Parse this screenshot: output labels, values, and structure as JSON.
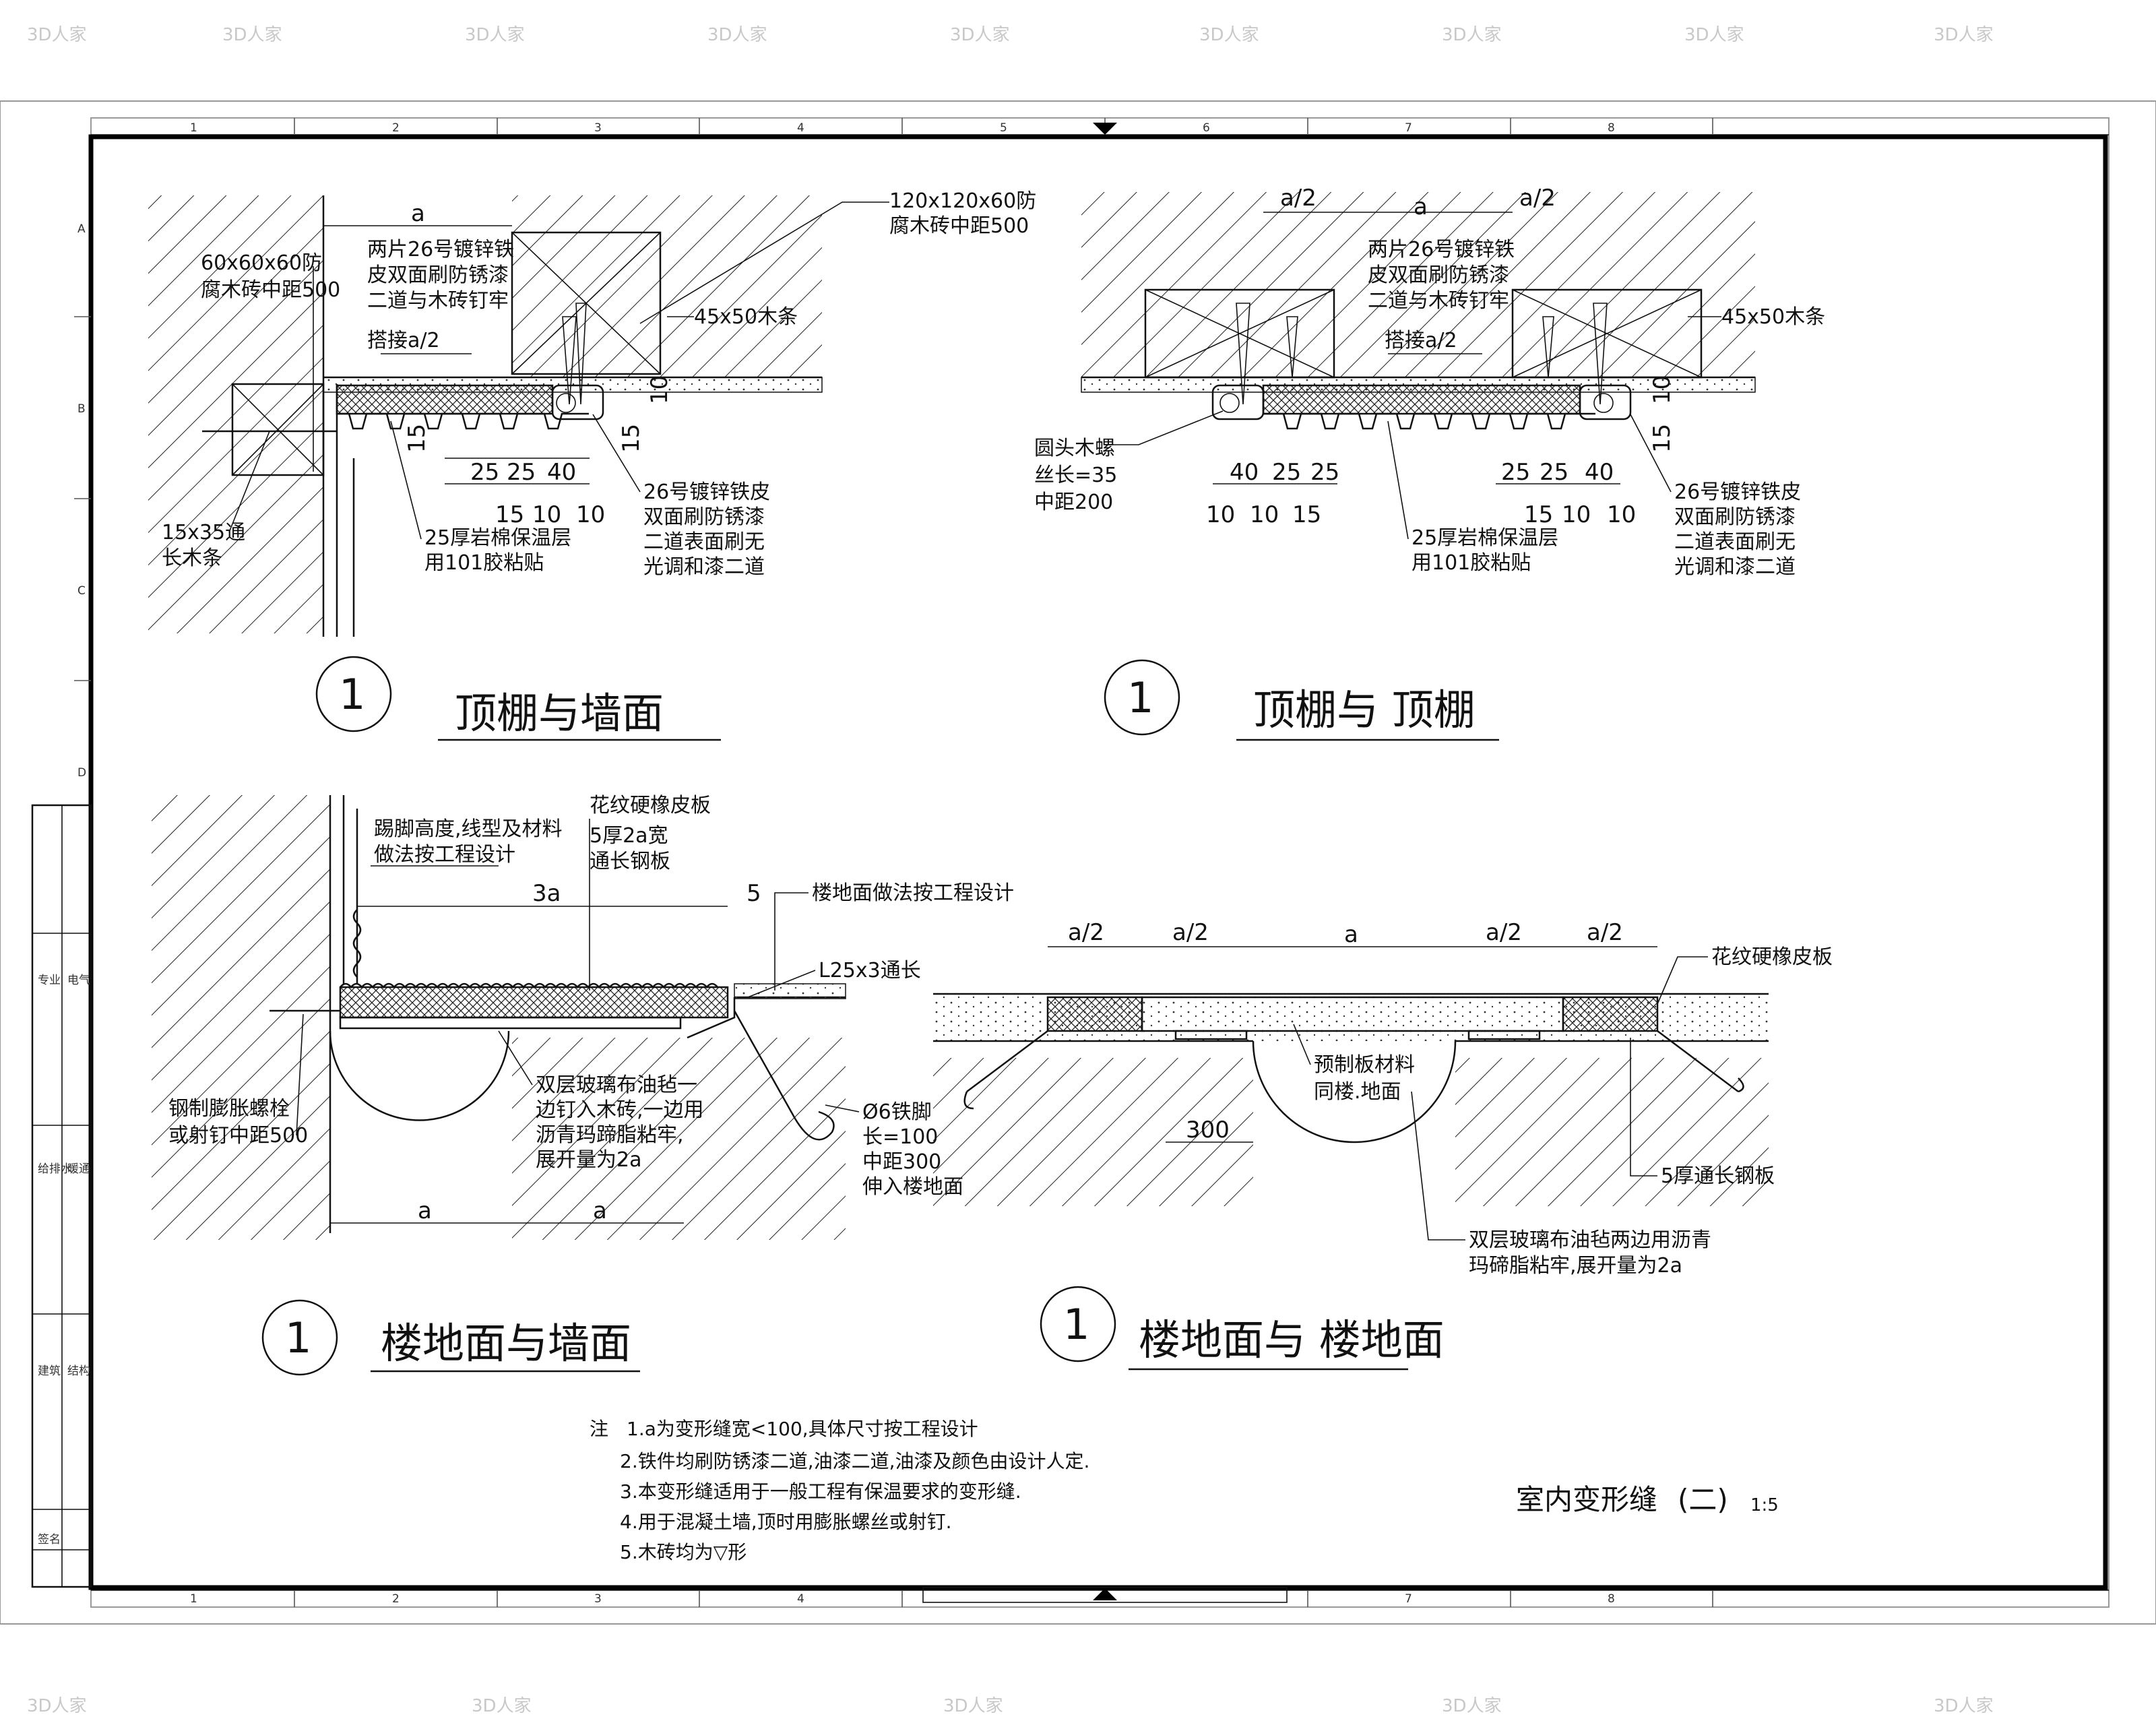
{
  "watermark": "3D人家",
  "grid": {
    "columns": [
      "1",
      "2",
      "3",
      "4",
      "5",
      "6",
      "7",
      "8"
    ],
    "rows": [
      "A",
      "B",
      "C",
      "D"
    ]
  },
  "detail_marker": "1",
  "details": {
    "ceiling_wall": {
      "title": "顶棚与墙面",
      "labels": {
        "brick_a": [
          "60x60x60防",
          "腐木砖中距500"
        ],
        "brick_b": [
          "120x120x60防",
          "腐木砖中距500"
        ],
        "sheet": [
          "两片26号镀锌铁",
          "皮双面刷防锈漆",
          "二道与木砖钉牢"
        ],
        "lap": "搭接a/2",
        "batten": "45x50木条",
        "strip": [
          "15x35通",
          "长木条"
        ],
        "insulation": [
          "25厚岩棉保温层",
          "用101胶粘贴"
        ],
        "skin": [
          "26号镀锌铁皮",
          "双面刷防锈漆",
          "二道表面刷无",
          "光调和漆二道"
        ]
      },
      "dims": {
        "a": "a",
        "d10": "10",
        "d15": "15",
        "top_row": [
          "25",
          "25",
          "40"
        ],
        "bottom_row": [
          "15",
          "10",
          "10"
        ]
      }
    },
    "ceiling_ceiling": {
      "title": "顶棚与  顶棚",
      "labels": {
        "sheet": [
          "两片26号镀锌铁",
          "皮双面刷防锈漆",
          "二道与木砖钉牢"
        ],
        "lap": "搭接a/2",
        "batten": "45x50木条",
        "screw": [
          "圆头木螺",
          "丝长=35",
          "中距200"
        ],
        "insulation": [
          "25厚岩棉保温层",
          "用101胶粘贴"
        ],
        "skin": [
          "26号镀锌铁皮",
          "双面刷防锈漆",
          "二道表面刷无",
          "光调和漆二道"
        ]
      },
      "dims": {
        "a": "a",
        "a2": "a/2",
        "d10": "10",
        "d15": "15",
        "left_top": [
          "40",
          "25",
          "25"
        ],
        "left_bottom": [
          "10",
          "10",
          "15"
        ],
        "right_top": [
          "25",
          "25",
          "40"
        ],
        "right_bottom": [
          "15",
          "10",
          "10"
        ]
      }
    },
    "floor_wall": {
      "title": "楼地面与墙面",
      "labels": {
        "skirting": [
          "踢脚高度,线型及材料",
          "做法按工程设计"
        ],
        "rubber": "花纹硬橡皮板",
        "plate": [
          "5厚2a宽",
          "通长钢板"
        ],
        "floor": "楼地面做法按工程设计",
        "angle": "L25x3通长",
        "bolt": [
          "钢制膨胀螺栓",
          "或射钉中距500"
        ],
        "felt": [
          "双层玻璃布油毡一",
          "边钉入木砖,一边用",
          "沥青玛蹄脂粘牢,",
          "展开量为2a"
        ],
        "anchor": [
          "Ø6铁脚",
          "长=100",
          "中距300",
          "伸入楼地面"
        ]
      },
      "dims": {
        "three_a": "3a",
        "five": "5",
        "a": "a"
      }
    },
    "floor_floor": {
      "title": "楼地面与    楼地面",
      "labels": {
        "rubber": "花纹硬橡皮板",
        "precast": [
          "预制板材料",
          "同楼.地面"
        ],
        "plate": "5厚通长钢板",
        "felt": [
          "双层玻璃布油毡两边用沥青",
          "玛碲脂粘牢,展开量为2a"
        ]
      },
      "dims": {
        "a2": "a/2",
        "a": "a",
        "d300": "300"
      }
    }
  },
  "notes": {
    "prefix": "注",
    "items": [
      "1.a为变形缝宽<100,具体尺寸按工程设计",
      "2.铁件均刷防锈漆二道,油漆二道,油漆及颜色由设计人定.",
      "3.本变形缝适用于一般工程有保温要求的变形缝.",
      "4.用于混凝土墙,顶时用膨胀螺丝或射钉.",
      "5.木砖均为▽形"
    ]
  },
  "drawing_title": "室内变形缝",
  "drawing_sub": "(二)",
  "scale": "1:5",
  "side_table": [
    "专业",
    "电气",
    "给排水",
    "暖通",
    "建筑",
    "结构",
    "签名"
  ]
}
